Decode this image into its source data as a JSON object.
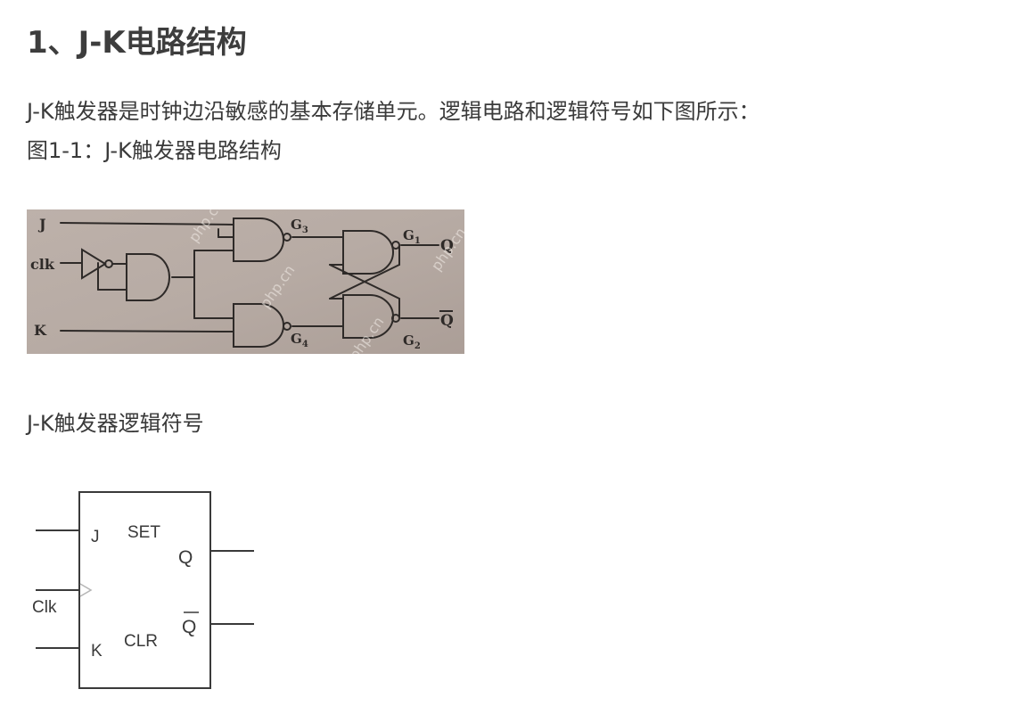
{
  "heading": "1、J-K电路结构",
  "intro_text": "J-K触发器是时钟边沿敏感的基本存储单元。逻辑电路和逻辑符号如下图所示：",
  "figure1_caption": "图1-1：J-K触发器电路结构",
  "circuit_photo": {
    "labels": {
      "j": "J",
      "clk": "clk",
      "k": "K",
      "g1": "G",
      "g1_sub": "1",
      "g2": "G",
      "g2_sub": "2",
      "g3": "G",
      "g3_sub": "3",
      "g4": "G",
      "g4_sub": "4",
      "q": "Q",
      "q_bar": "Q"
    },
    "watermark": "php.cn",
    "colors": {
      "paper": "#b9ada6",
      "ink": "#2e2a28"
    }
  },
  "symbol_title": "J-K触发器逻辑符号",
  "logic_symbol": {
    "labels": {
      "j": "J",
      "set": "SET",
      "q": "Q",
      "clk": "Clk",
      "k": "K",
      "clr": "CLR",
      "q_bar": "Q"
    },
    "colors": {
      "line": "#3a3a3a"
    }
  }
}
